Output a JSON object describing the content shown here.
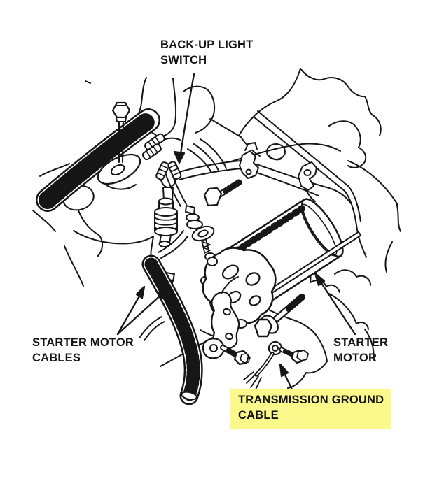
{
  "colors": {
    "paper": "#ffffff",
    "ink": "#161616",
    "highlight": "#FBF98C"
  },
  "labels": {
    "backup_light_switch": {
      "line1": "BACK-UP LIGHT",
      "line2": "SWITCH"
    },
    "starter_motor_cables": {
      "line1": "STARTER MOTOR",
      "line2": "CABLES"
    },
    "starter_motor": {
      "line1": "STARTER",
      "line2": "MOTOR"
    },
    "transmission_ground_cable": {
      "line1": "TRANSMISSION GROUND",
      "line2": "CABLE",
      "highlighted": true
    }
  }
}
